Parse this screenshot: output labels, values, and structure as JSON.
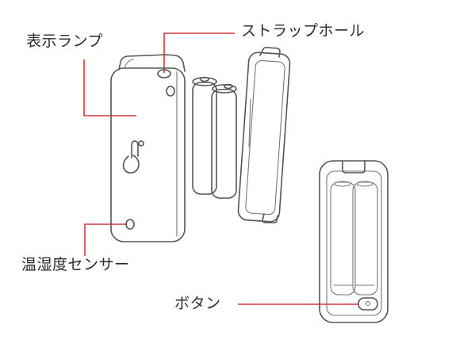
{
  "labels": {
    "indicator_lamp": "表示ランプ",
    "strap_hole": "ストラップホール",
    "temp_humidity_sensor": "温湿度センサー",
    "button": "ボタン"
  },
  "colors": {
    "callout_line": "#d23a3a",
    "outline": "#555555"
  }
}
